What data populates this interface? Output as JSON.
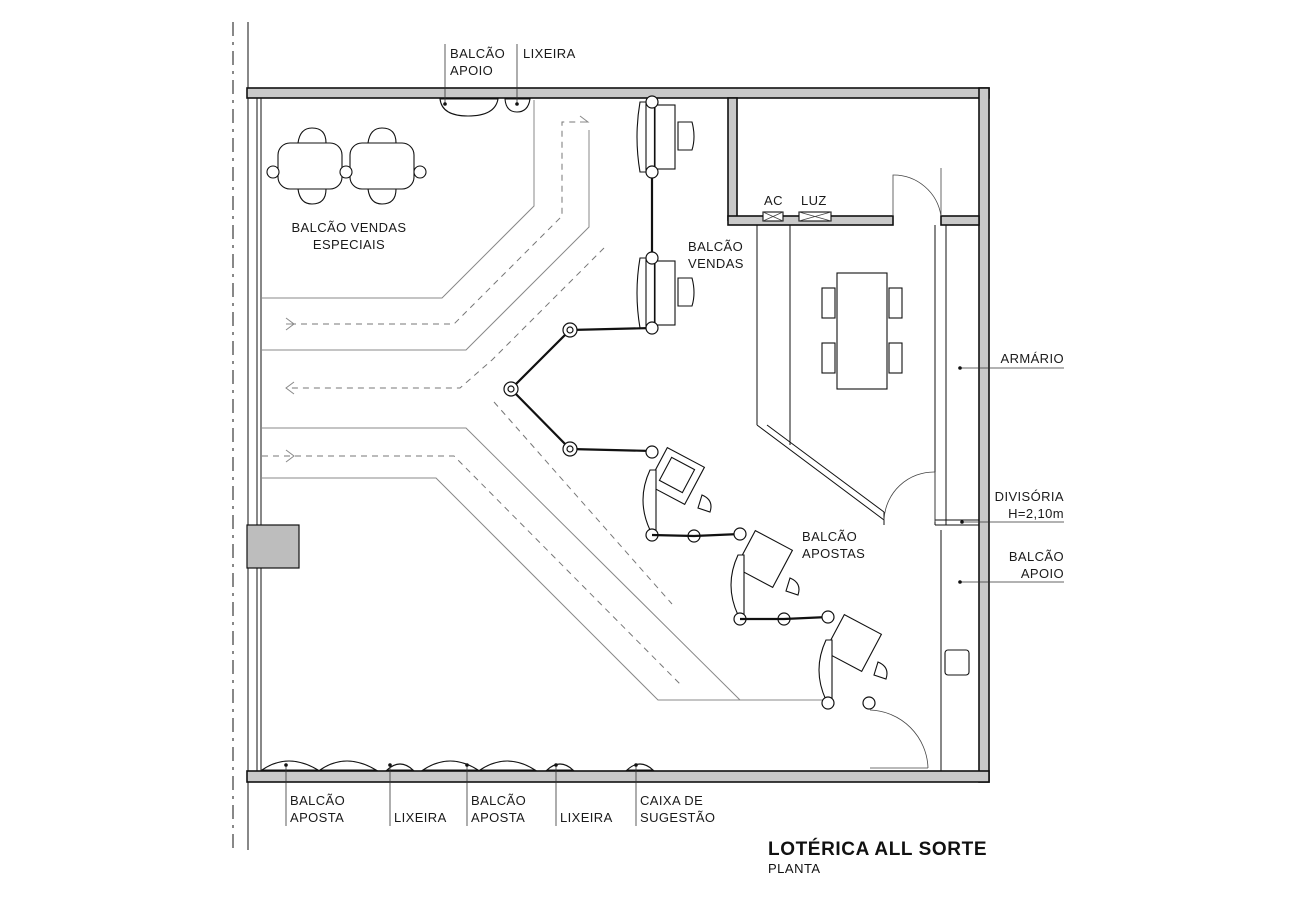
{
  "drawing": {
    "title": "LOTÉRICA ALL SORTE",
    "subtitle": "PLANTA"
  },
  "labels": {
    "balcao_apoio_top": [
      "BALCÃO",
      "APOIO"
    ],
    "lixeira_top": "LIXEIRA",
    "balcao_vendas_especiais": [
      "BALCÃO  VENDAS",
      "ESPECIAIS"
    ],
    "ac": "AC",
    "luz": "LUZ",
    "balcao_vendas": [
      "BALCÃO",
      "VENDAS"
    ],
    "armario": "ARMÁRIO",
    "divisoria": [
      "DIVISÓRIA",
      "H=2,10m"
    ],
    "balcao_apostas": [
      "BALCÃO",
      "APOSTAS"
    ],
    "balcao_apoio_right": [
      "BALCÃO",
      "APOIO"
    ],
    "balcao_aposta_1": [
      "BALCÃO",
      "APOSTA"
    ],
    "lixeira_1": "LIXEIRA",
    "balcao_aposta_2": [
      "BALCÃO",
      "APOSTA"
    ],
    "lixeira_2": "LIXEIRA",
    "caixa_sugestao": [
      "CAIXA DE",
      "SUGESTÃO"
    ]
  }
}
